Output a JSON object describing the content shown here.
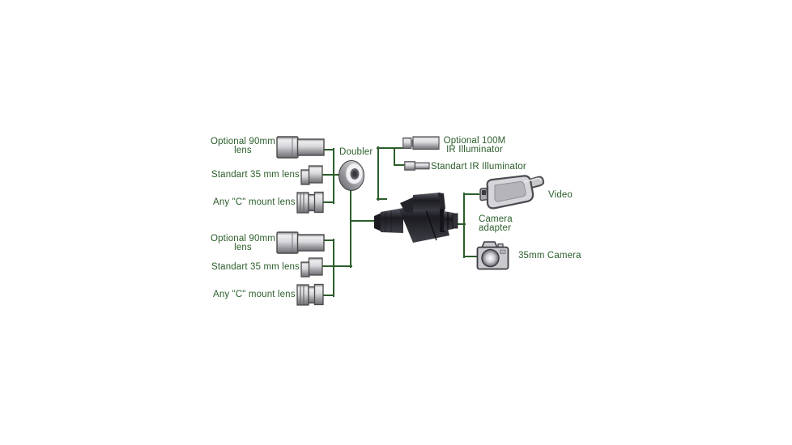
{
  "colors": {
    "background": "#ffffff",
    "diagram_green": "#2b5d2b",
    "device_dark": "#1b1b21",
    "metal_light": "#d8d8dc"
  },
  "lens_groups": [
    {
      "name": "top",
      "items": [
        {
          "label_line1": "Optional 90mm",
          "label_line2": "lens",
          "icon": "lens-90mm-icon"
        },
        {
          "label_line1": "Standart 35 mm lens",
          "icon": "lens-35mm-icon"
        },
        {
          "label_line1": "Any \"C\" mount lens",
          "icon": "lens-c-mount-icon"
        }
      ]
    },
    {
      "name": "bottom",
      "items": [
        {
          "label_line1": "Optional 90mm",
          "label_line2": "lens",
          "icon": "lens-90mm-icon"
        },
        {
          "label_line1": "Standart 35 mm lens",
          "icon": "lens-35mm-icon"
        },
        {
          "label_line1": "Any \"C\" mount lens",
          "icon": "lens-c-mount-icon"
        }
      ]
    }
  ],
  "doubler": {
    "label": "Doubler",
    "icon": "doubler-icon"
  },
  "ir_illuminators": {
    "optional_line1": "Optional 100M",
    "optional_line2": "IR Illuminator",
    "optional_icon": "ir-illuminator-100m-icon",
    "standart_label": "Standart IR Illuminator",
    "standart_icon": "ir-illuminator-standart-icon"
  },
  "scope": {
    "icon": "night-vision-scope-icon"
  },
  "outputs": {
    "video_label": "Video",
    "video_icon": "video-camera-icon",
    "camera_adapter_line1": "Camera",
    "camera_adapter_line2": "adapter",
    "camera_35mm_label": "35mm Camera",
    "camera_35mm_icon": "camera-35mm-icon"
  }
}
